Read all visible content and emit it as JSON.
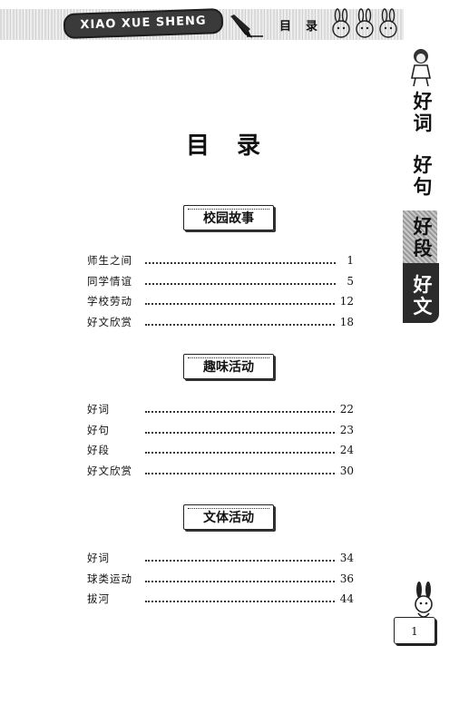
{
  "header": {
    "logo_text": "XIAO XUE SHENG",
    "title": "目录",
    "icons": [
      "pen-icon",
      "rabbits-icon"
    ]
  },
  "side_tab": {
    "chars": [
      "好",
      "词",
      "好",
      "句",
      "好",
      "段",
      "好",
      "文"
    ],
    "icons": [
      "child-figure-icon"
    ]
  },
  "main_title": "目录",
  "sections": [
    {
      "title": "校园故事",
      "entries": [
        {
          "label": "师生之间",
          "page": "1"
        },
        {
          "label": "同学情谊",
          "page": "5"
        },
        {
          "label": "学校劳动",
          "page": "12"
        },
        {
          "label": "好文欣赏",
          "page": "18"
        }
      ]
    },
    {
      "title": "趣味活动",
      "entries": [
        {
          "label": "好词",
          "page": "22"
        },
        {
          "label": "好句",
          "page": "23"
        },
        {
          "label": "好段",
          "page": "24"
        },
        {
          "label": "好文欣赏",
          "page": "30"
        }
      ]
    },
    {
      "title": "文体活动",
      "entries": [
        {
          "label": "好词",
          "page": "34"
        },
        {
          "label": "球类运动",
          "page": "36"
        },
        {
          "label": "拔河",
          "page": "44"
        }
      ]
    }
  ],
  "footer": {
    "page_number": "1",
    "icons": [
      "bunny-icon"
    ]
  }
}
